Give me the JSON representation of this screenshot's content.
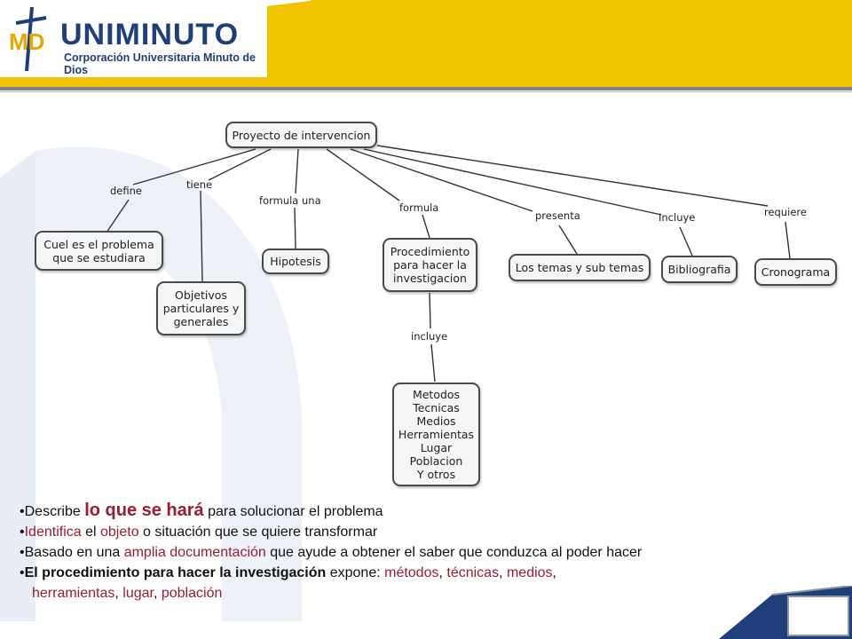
{
  "header": {
    "logo_title": "UNIMINUTO",
    "logo_subtitle": "Corporación Universitaria Minuto de Dios",
    "logo_mark": "MD",
    "colors": {
      "yellow": "#f2c300",
      "navy": "#1f3f7a"
    }
  },
  "concept_map": {
    "root": "Proyecto de intervencion",
    "links": {
      "define": "define",
      "tiene": "tiene",
      "formula_una": "formula una",
      "formula": "formula",
      "presenta": "presenta",
      "incluye_cap": "Incluye",
      "requiere": "requiere",
      "incluye": "incluye"
    },
    "nodes": {
      "cuel": "Cuel es el problema\nque se estudiara",
      "objetivos": "Objetivos\nparticulares y\ngenerales",
      "hipotesis": "Hipotesis",
      "procedimiento": "Procedimiento\npara hacer la\ninvestigacion",
      "temas": "Los temas y sub temas",
      "bibliografia": "Bibliografia",
      "cronograma": "Cronograma",
      "metodos": "Metodos\nTecnicas\nMedios\nHerramientas\nLugar\nPoblacion\nY otros"
    }
  },
  "bullets": {
    "b1": {
      "bullet": "•",
      "a": "Describe ",
      "b": "lo que se hará",
      "c": " para solucionar el problema"
    },
    "b2": {
      "bullet": "•",
      "a": "Identifica",
      "b": " el ",
      "c": "objeto",
      "d": " o situación que se quiere transformar"
    },
    "b3": {
      "bullet": "•",
      "a": "Basado en una ",
      "b": "amplia documentación",
      "c": " que ayude a obtener el saber que conduzca al poder hacer"
    },
    "b4": {
      "bullet": "•",
      "a": "El procedimiento para hacer la investigación",
      "b": " expone: ",
      "c": "métodos",
      "d": ", ",
      "e": "técnicas",
      "f": ", ",
      "g": "medios",
      "h": ",",
      "i": "herramientas",
      "j": ", ",
      "k": "lugar",
      "l": ", ",
      "m": "población"
    }
  }
}
